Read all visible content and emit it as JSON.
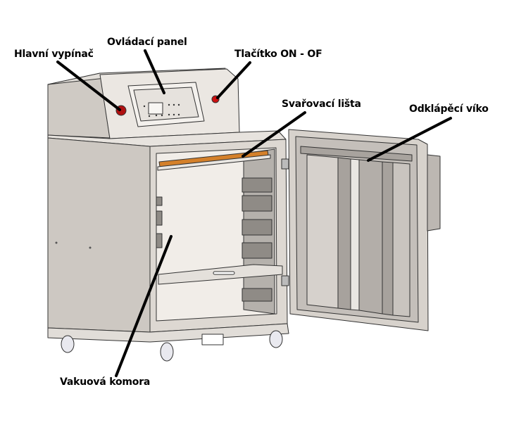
{
  "labels": {
    "main_switch": "Hlavní vypínač",
    "control_panel": "Ovládací panel",
    "on_off_button": "Tlačítko ON - OF",
    "sealing_bar": "Svařovací lišta",
    "hinged_lid": "Odklápěcí víko",
    "vacuum_chamber": "Vakuová komora"
  },
  "colors": {
    "body": "#d9d4ce",
    "body_dark": "#a9a5a0",
    "chamber": "#f1ede8",
    "seal_bar": "#d4802a",
    "button_red": "#cc1111",
    "leader": "#000000"
  }
}
